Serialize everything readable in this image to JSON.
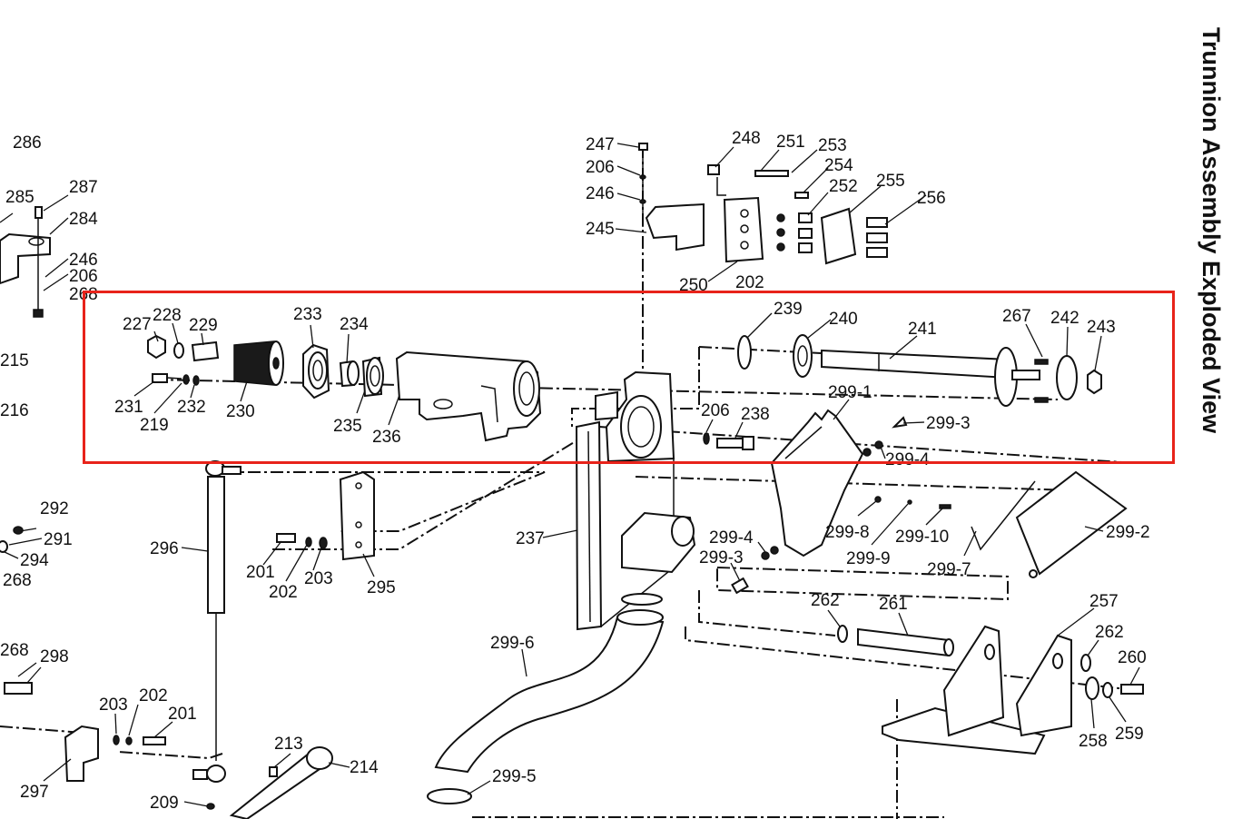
{
  "title": "Trunnion Assembly Exploded View",
  "colors": {
    "highlight": "#e8231a",
    "ink": "#111111",
    "paper": "#ffffff"
  },
  "labels": [
    {
      "id": "286",
      "text": "286"
    },
    {
      "id": "285",
      "text": "285"
    },
    {
      "id": "287",
      "text": "287"
    },
    {
      "id": "284",
      "text": "284"
    },
    {
      "id": "246a",
      "text": "246"
    },
    {
      "id": "206a",
      "text": "206"
    },
    {
      "id": "268a",
      "text": "268"
    },
    {
      "id": "215",
      "text": "215"
    },
    {
      "id": "216",
      "text": "216"
    },
    {
      "id": "227",
      "text": "227"
    },
    {
      "id": "228",
      "text": "228"
    },
    {
      "id": "229",
      "text": "229"
    },
    {
      "id": "231",
      "text": "231"
    },
    {
      "id": "219",
      "text": "219"
    },
    {
      "id": "232",
      "text": "232"
    },
    {
      "id": "230",
      "text": "230"
    },
    {
      "id": "233",
      "text": "233"
    },
    {
      "id": "234",
      "text": "234"
    },
    {
      "id": "235",
      "text": "235"
    },
    {
      "id": "236",
      "text": "236"
    },
    {
      "id": "247",
      "text": "247"
    },
    {
      "id": "206b",
      "text": "206"
    },
    {
      "id": "246b",
      "text": "246"
    },
    {
      "id": "245",
      "text": "245"
    },
    {
      "id": "248",
      "text": "248"
    },
    {
      "id": "251",
      "text": "251"
    },
    {
      "id": "253",
      "text": "253"
    },
    {
      "id": "254",
      "text": "254"
    },
    {
      "id": "252",
      "text": "252"
    },
    {
      "id": "255",
      "text": "255"
    },
    {
      "id": "256",
      "text": "256"
    },
    {
      "id": "250",
      "text": "250"
    },
    {
      "id": "202a",
      "text": "202"
    },
    {
      "id": "239",
      "text": "239"
    },
    {
      "id": "240",
      "text": "240"
    },
    {
      "id": "241",
      "text": "241"
    },
    {
      "id": "267",
      "text": "267"
    },
    {
      "id": "242",
      "text": "242"
    },
    {
      "id": "243",
      "text": "243"
    },
    {
      "id": "206c",
      "text": "206"
    },
    {
      "id": "238",
      "text": "238"
    },
    {
      "id": "299-1",
      "text": "299-1"
    },
    {
      "id": "299-3a",
      "text": "299-3"
    },
    {
      "id": "299-4a",
      "text": "299-4"
    },
    {
      "id": "292",
      "text": "292"
    },
    {
      "id": "291",
      "text": "291"
    },
    {
      "id": "294",
      "text": "294"
    },
    {
      "id": "268b",
      "text": "268"
    },
    {
      "id": "296",
      "text": "296"
    },
    {
      "id": "201a",
      "text": "201"
    },
    {
      "id": "202b",
      "text": "202"
    },
    {
      "id": "203a",
      "text": "203"
    },
    {
      "id": "295",
      "text": "295"
    },
    {
      "id": "237",
      "text": "237"
    },
    {
      "id": "299-4b",
      "text": "299-4"
    },
    {
      "id": "299-3b",
      "text": "299-3"
    },
    {
      "id": "299-8",
      "text": "299-8"
    },
    {
      "id": "299-9",
      "text": "299-9"
    },
    {
      "id": "299-10",
      "text": "299-10"
    },
    {
      "id": "299-7",
      "text": "299-7"
    },
    {
      "id": "299-2",
      "text": "299-2"
    },
    {
      "id": "262a",
      "text": "262"
    },
    {
      "id": "261",
      "text": "261"
    },
    {
      "id": "257",
      "text": "257"
    },
    {
      "id": "262b",
      "text": "262"
    },
    {
      "id": "260",
      "text": "260"
    },
    {
      "id": "258",
      "text": "258"
    },
    {
      "id": "259",
      "text": "259"
    },
    {
      "id": "299-6",
      "text": "299-6"
    },
    {
      "id": "268c",
      "text": "268"
    },
    {
      "id": "298",
      "text": "298"
    },
    {
      "id": "203b",
      "text": "203"
    },
    {
      "id": "202c",
      "text": "202"
    },
    {
      "id": "201b",
      "text": "201"
    },
    {
      "id": "297",
      "text": "297"
    },
    {
      "id": "213",
      "text": "213"
    },
    {
      "id": "214",
      "text": "214"
    },
    {
      "id": "209",
      "text": "209"
    },
    {
      "id": "299-5",
      "text": "299-5"
    }
  ]
}
